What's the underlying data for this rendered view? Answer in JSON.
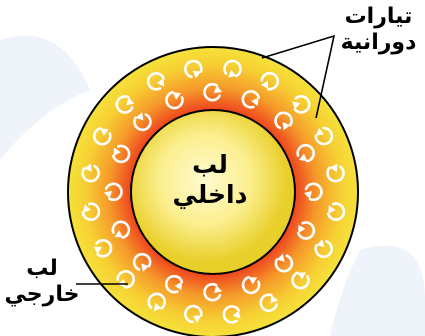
{
  "labels": {
    "convection_currents": {
      "line1": "تيارات",
      "line2": "دورانية"
    },
    "inner_core": {
      "line1": "لب",
      "line2": "داخلي"
    },
    "outer_core": {
      "line1": "لب",
      "line2": "خارجي"
    }
  },
  "colors": {
    "outer_core_rim": "#f5e23a",
    "outer_core_hot": "#ee3b1d",
    "outer_core_mid": "#f59a2a",
    "inner_core_center": "#fffbd2",
    "inner_core_edge": "#e9cf2a",
    "current_arrows": "#ffffff",
    "background_watermark": "#eef4fa"
  },
  "icons": {
    "currents": "circular-arrow-icon"
  }
}
